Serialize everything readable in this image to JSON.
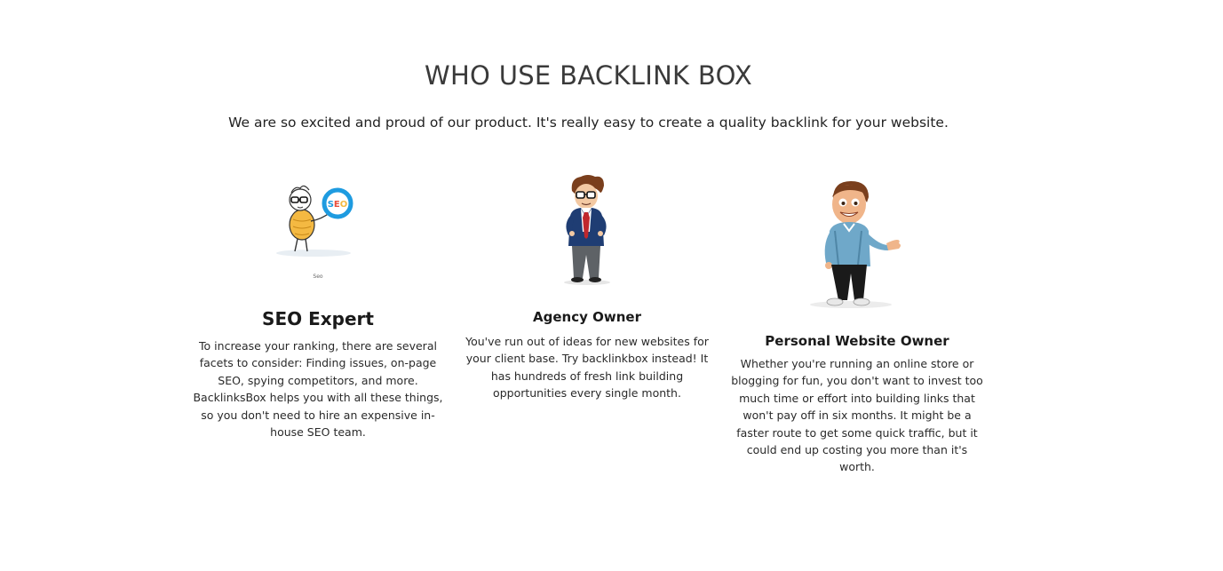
{
  "section": {
    "title": "WHO USE BACKLINK BOX",
    "subtitle": "We are so excited and proud of our product. It's really easy to create a quality backlink for your website."
  },
  "cards": [
    {
      "title": "SEO Expert",
      "image_caption": "Seo",
      "image_icon": "seo-magnifier-character-icon",
      "description": "To increase your ranking, there are several facets to consider: Finding issues, on-page SEO, spying competitors, and more. BacklinksBox helps you with all these things, so you don't need to hire an expensive in-house SEO team."
    },
    {
      "title": "Agency Owner",
      "image_icon": "businessman-character-icon",
      "description": "You've run out of ideas for new websites for your client base. Try backlinkbox instead! It has hundreds of fresh link building opportunities every single month."
    },
    {
      "title": "Personal Website Owner",
      "image_icon": "presenting-man-character-icon",
      "description": "Whether you're running an online store or blogging for fun, you don't want to invest too much time or effort into building links that won't pay off in six months. It might be a faster route to get some quick traffic, but it could end up costing you more than it's worth."
    }
  ],
  "colors": {
    "seo_ring": "#1e9be0",
    "seo_body": "#f4b942",
    "suit_blue": "#1f3d73",
    "tie_red": "#c0282d",
    "shirt_blue": "#6fa8c9",
    "hair_brown": "#7a3f1d"
  }
}
